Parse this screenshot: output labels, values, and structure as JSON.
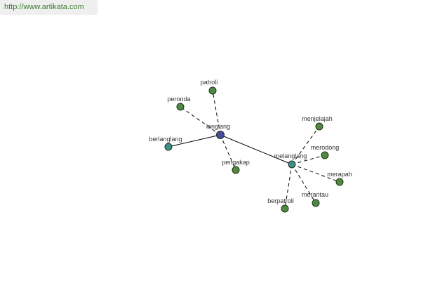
{
  "site": {
    "url": "http://www.artikata.com"
  },
  "colors": {
    "root": "#4a4a9e",
    "hub": "#3d8f8a",
    "leaf": "#4f8a3e",
    "edge": "#000000",
    "outline": "#1f2f1f"
  },
  "nodes": [
    {
      "id": "langlang",
      "label": "langlang",
      "kind": "root"
    },
    {
      "id": "melanglang",
      "label": "melanglang",
      "kind": "hub"
    },
    {
      "id": "berlanglang",
      "label": "berlanglang",
      "kind": "hub"
    },
    {
      "id": "patroli",
      "label": "patroli",
      "kind": "leaf"
    },
    {
      "id": "peronda",
      "label": "peronda",
      "kind": "leaf"
    },
    {
      "id": "pengakap",
      "label": "pengakap",
      "kind": "leaf"
    },
    {
      "id": "menjelajah",
      "label": "menjelajah",
      "kind": "leaf"
    },
    {
      "id": "merodong",
      "label": "merodong",
      "kind": "leaf"
    },
    {
      "id": "merapah",
      "label": "merapah",
      "kind": "leaf"
    },
    {
      "id": "merantau",
      "label": "merantau",
      "kind": "leaf"
    },
    {
      "id": "berpatroli",
      "label": "berpatroli",
      "kind": "leaf"
    }
  ],
  "edges": [
    {
      "from": "langlang",
      "to": "berlanglang",
      "style": "solid"
    },
    {
      "from": "langlang",
      "to": "melanglang",
      "style": "solid"
    },
    {
      "from": "langlang",
      "to": "patroli",
      "style": "dashed"
    },
    {
      "from": "langlang",
      "to": "peronda",
      "style": "dashed"
    },
    {
      "from": "langlang",
      "to": "pengakap",
      "style": "dashed"
    },
    {
      "from": "melanglang",
      "to": "menjelajah",
      "style": "dashed"
    },
    {
      "from": "melanglang",
      "to": "merodong",
      "style": "dashed"
    },
    {
      "from": "melanglang",
      "to": "merapah",
      "style": "dashed"
    },
    {
      "from": "melanglang",
      "to": "merantau",
      "style": "dashed"
    },
    {
      "from": "melanglang",
      "to": "berpatroli",
      "style": "dashed"
    }
  ]
}
